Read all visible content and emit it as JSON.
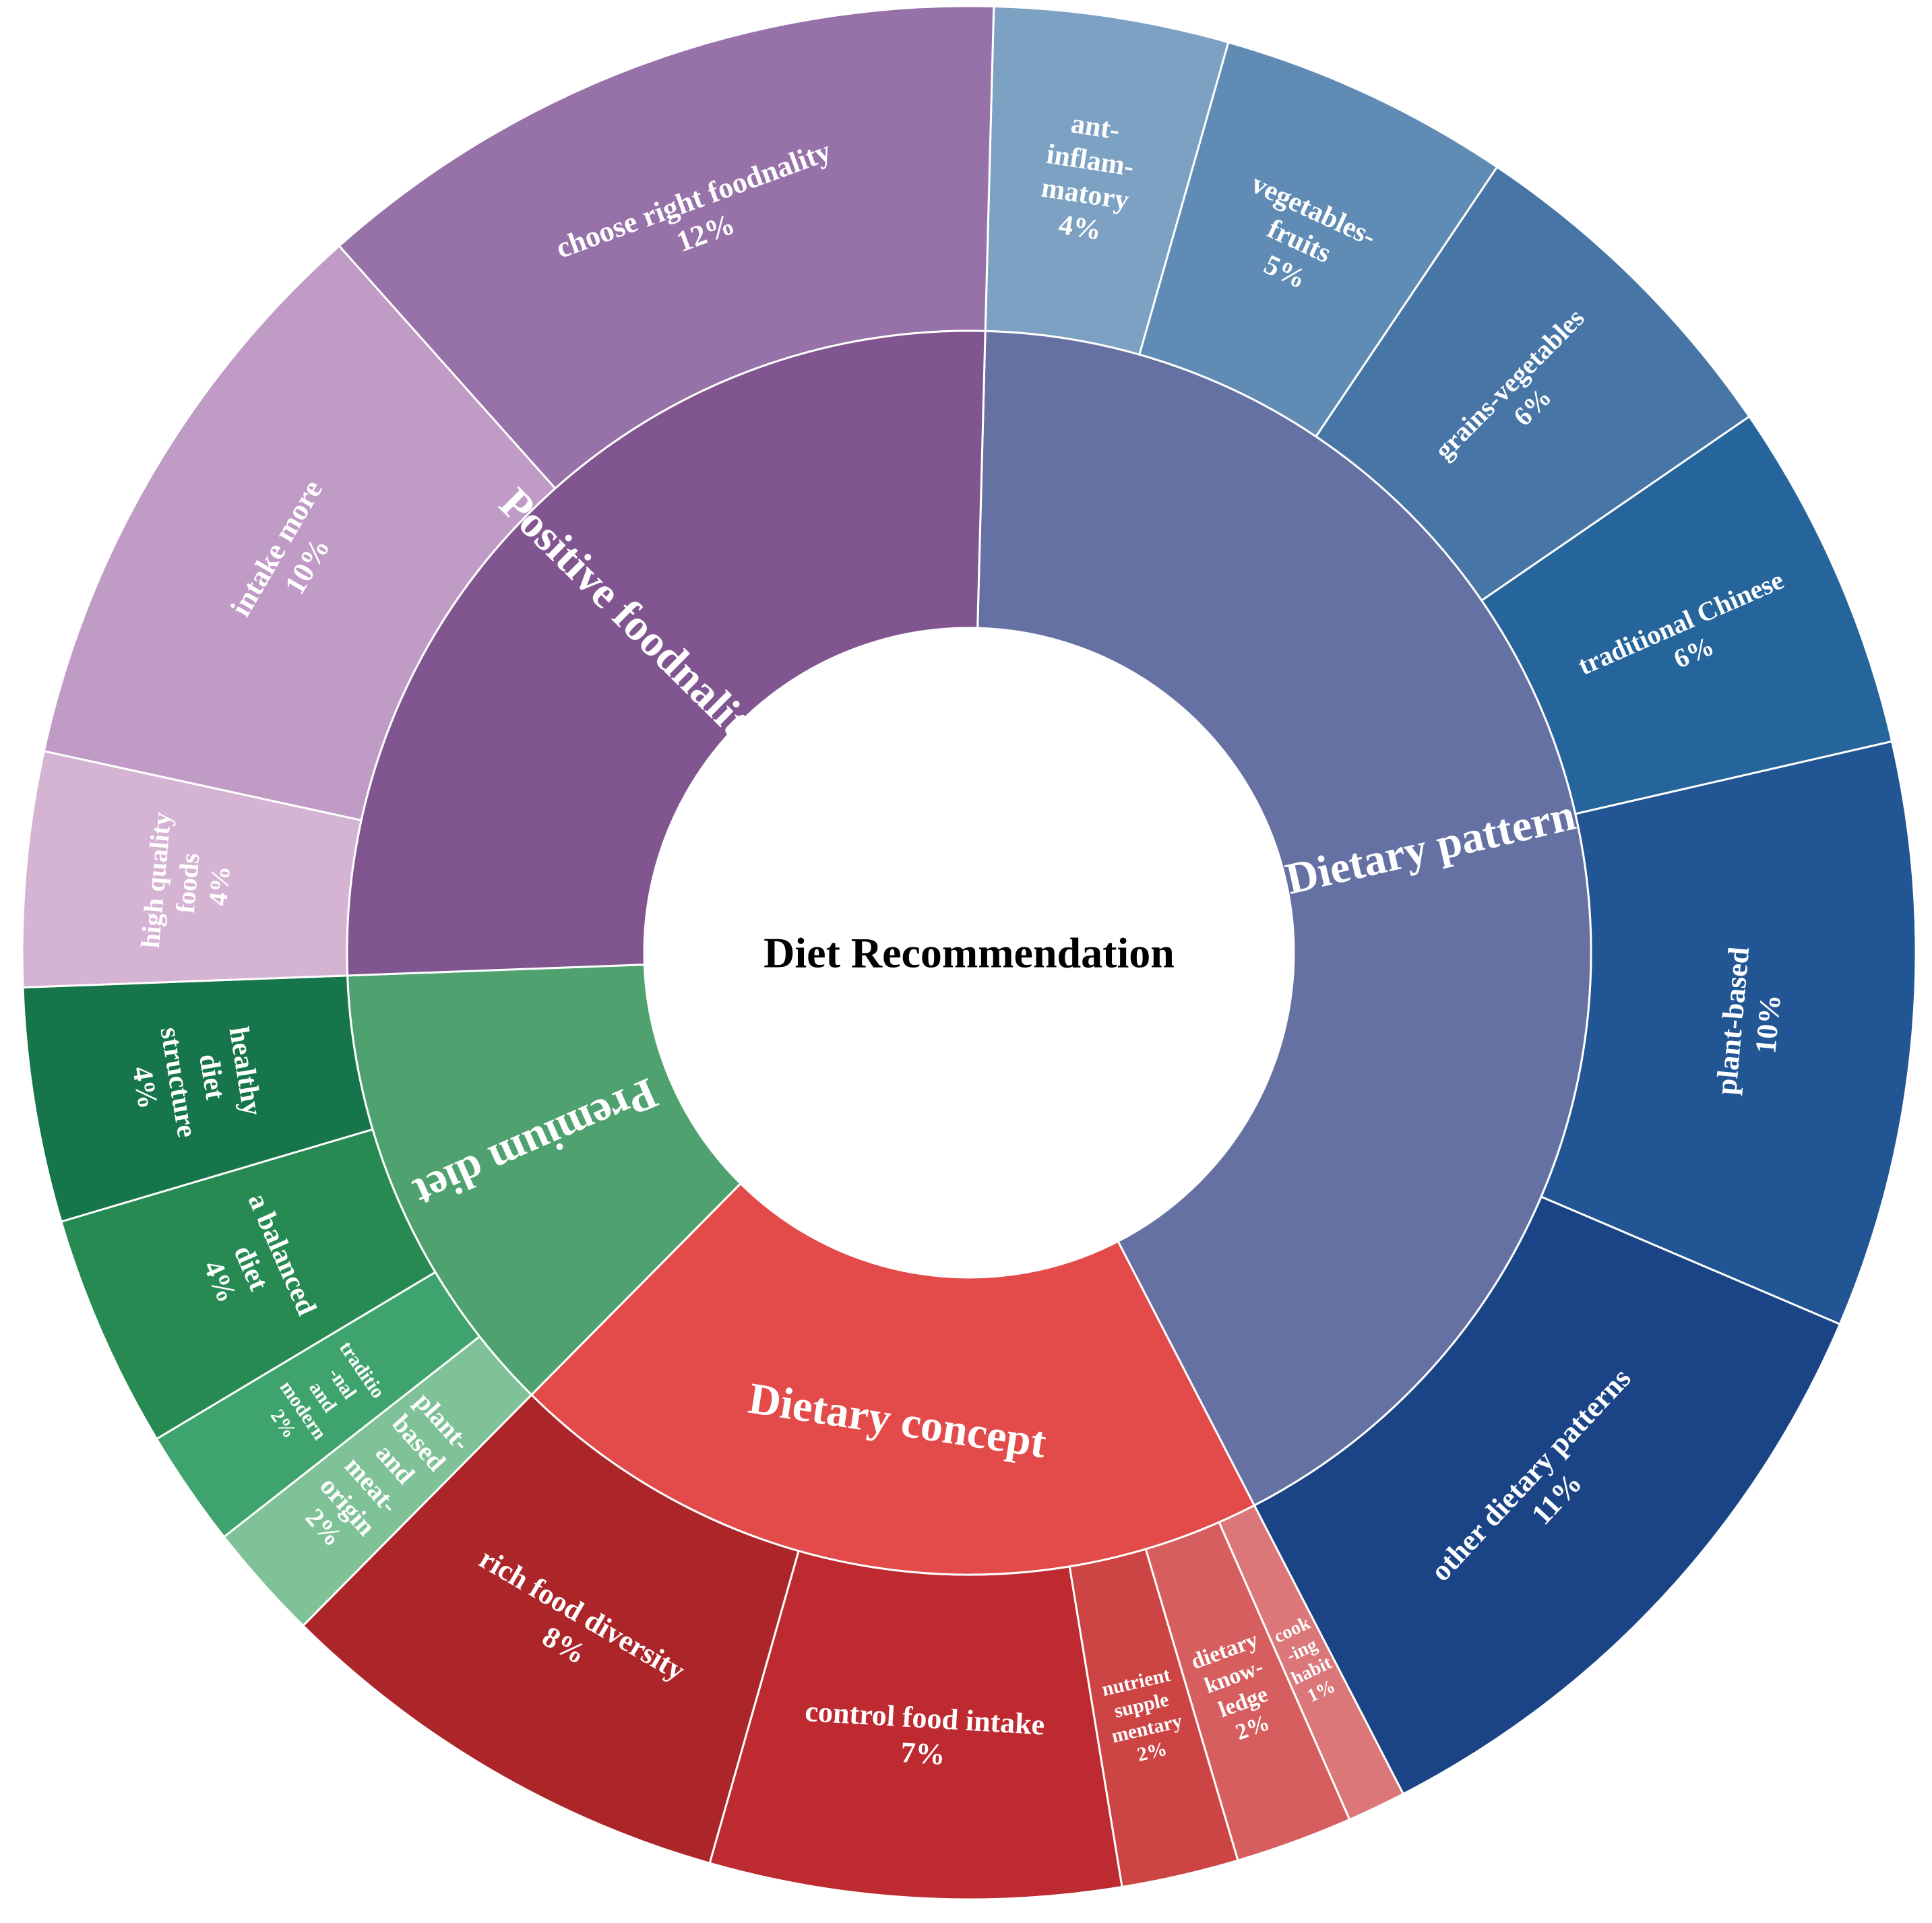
{
  "chart_data": {
    "type": "sunburst",
    "title": "Diet Recommendation",
    "groups": [
      {
        "name": "Dietary pattern",
        "color": "#6671a3",
        "children": [
          {
            "label": [
              "ant-",
              "inflam-",
              "matory"
            ],
            "pct": "4%",
            "value": 4,
            "color": "#7da1c3"
          },
          {
            "label": [
              "vegetables-",
              "fruits"
            ],
            "pct": "5%",
            "value": 5,
            "color": "#5f8bb4"
          },
          {
            "label": [
              "grains-vegetables"
            ],
            "pct": "6%",
            "value": 6,
            "color": "#4776a6"
          },
          {
            "label": [
              "traditional Chinese"
            ],
            "pct": "6%",
            "value": 6,
            "color": "#25659b"
          },
          {
            "label": [
              "plant-based"
            ],
            "pct": "10%",
            "value": 10,
            "color": "#225594"
          },
          {
            "label": [
              "other dietary patterns"
            ],
            "pct": "11%",
            "value": 11,
            "color": "#1b4486"
          }
        ]
      },
      {
        "name": "Dietary concept",
        "color": "#e34b4b",
        "children": [
          {
            "label": [
              "cook",
              "-ing",
              "habit"
            ],
            "pct": "1%",
            "value": 1,
            "color": "#db7778"
          },
          {
            "label": [
              "dietary",
              "know-",
              "ledge"
            ],
            "pct": "2%",
            "value": 2,
            "color": "#d75e5e"
          },
          {
            "label": [
              "nutrient",
              "supple",
              "mentary"
            ],
            "pct": "2%",
            "value": 2,
            "color": "#cd4444"
          },
          {
            "label": [
              "control food intake"
            ],
            "pct": "7%",
            "value": 7,
            "color": "#bd2a30"
          },
          {
            "label": [
              "rich food diversity"
            ],
            "pct": "8%",
            "value": 8,
            "color": "#ab2529"
          }
        ]
      },
      {
        "name": "Premium diet",
        "color": "#4fa26f",
        "children": [
          {
            "label": [
              "plant-",
              "based",
              "and",
              "meat-",
              "origin"
            ],
            "pct": "2%",
            "value": 2,
            "color": "#80c298"
          },
          {
            "label": [
              "traditio",
              "-nal",
              "and",
              "modern"
            ],
            "pct": "2%",
            "value": 2,
            "color": "#3fa36d"
          },
          {
            "label": [
              "a balanced",
              "diet"
            ],
            "pct": "4%",
            "value": 4,
            "color": "#268a52"
          },
          {
            "label": [
              "healthy",
              "diet",
              "structure"
            ],
            "pct": "4%",
            "value": 4,
            "color": "#16754a"
          }
        ]
      },
      {
        "name": "Positive foodnality",
        "color": "#81558f",
        "children": [
          {
            "label": [
              "high quality",
              "foods"
            ],
            "pct": "4%",
            "value": 4,
            "color": "#d5b4d3"
          },
          {
            "label": [
              "intake more"
            ],
            "pct": "10%",
            "value": 10,
            "color": "#bf9bc6"
          },
          {
            "label": [
              "choose right foodnality"
            ],
            "pct": "12%",
            "value": 12,
            "color": "#9672a8"
          }
        ]
      }
    ]
  }
}
